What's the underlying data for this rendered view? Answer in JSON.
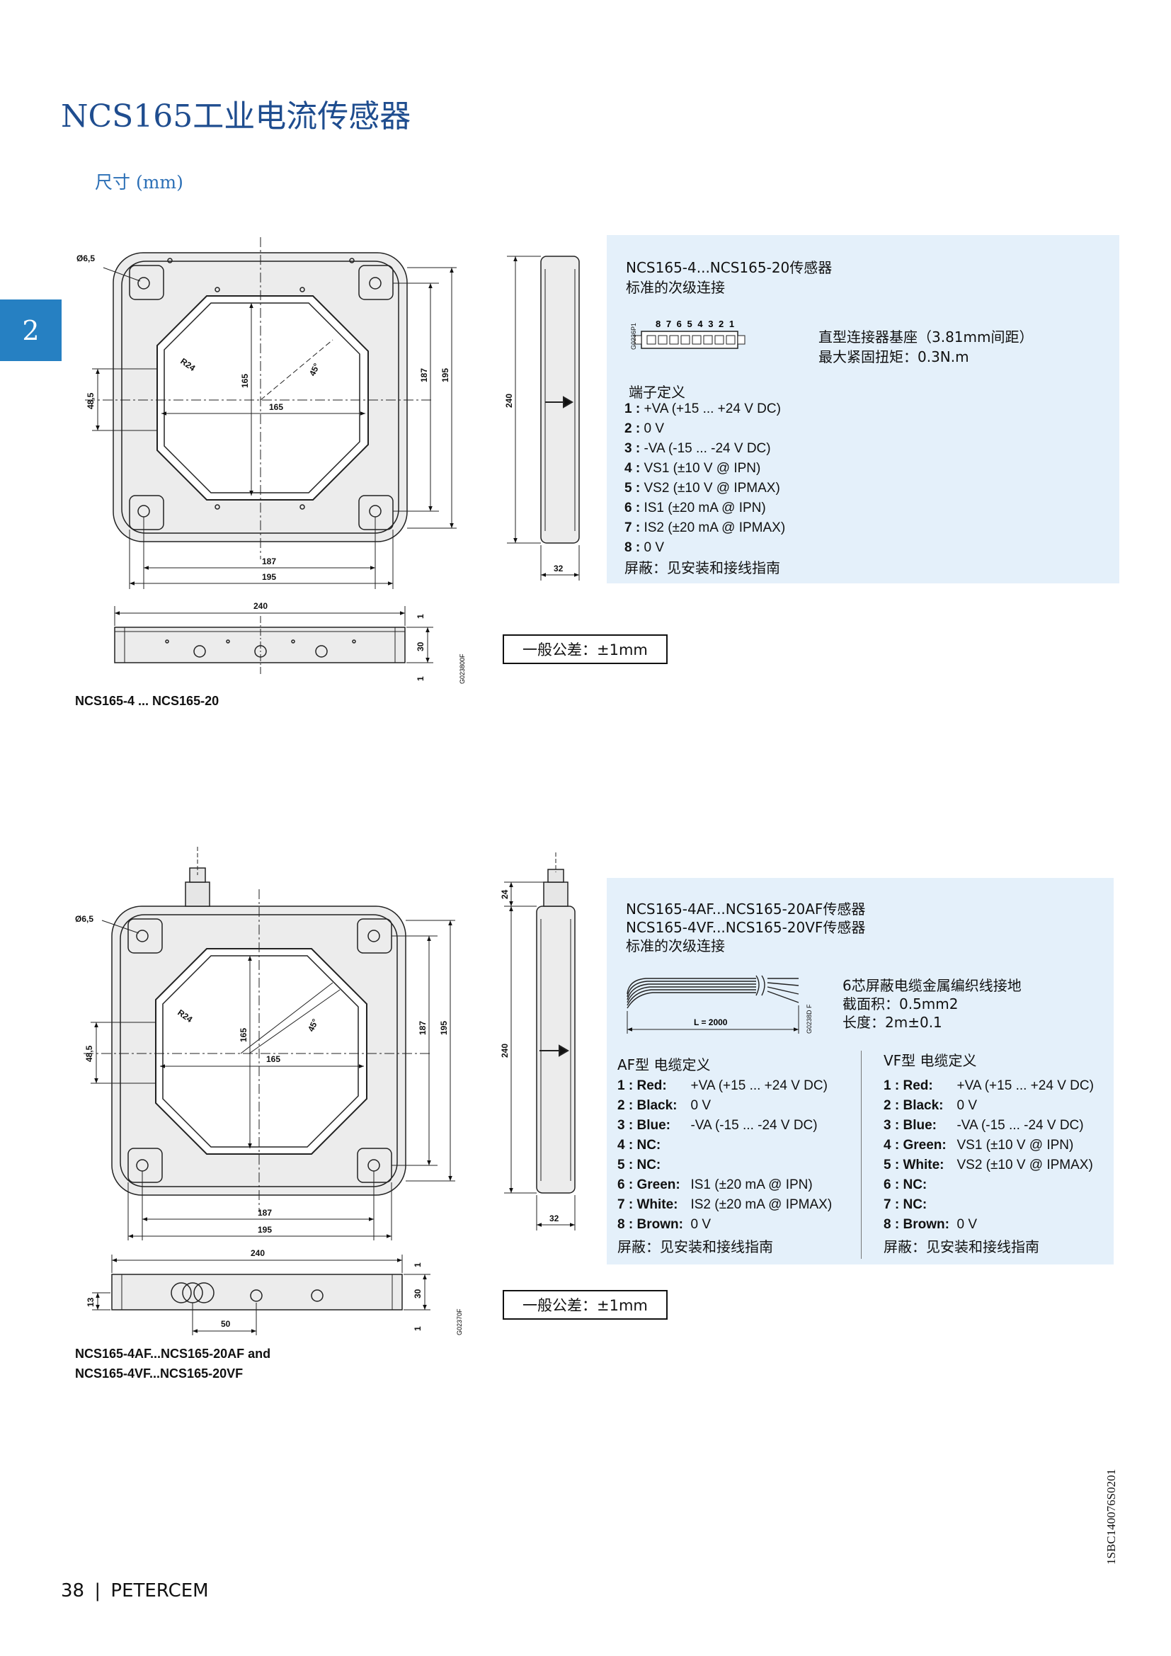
{
  "header": {
    "title": "NCS165工业电流传感器",
    "subtitle": "尺寸 (mm)",
    "chapter": "2"
  },
  "section1": {
    "caption": "NCS165-4 ... NCS165-20",
    "drawing_labels": {
      "hole": "Ø6,5",
      "radius": "R24",
      "angle": "45°",
      "inner": "165",
      "inner_v": "165",
      "dim187": "187",
      "dim195": "195",
      "dim48": "48,5",
      "dim240": "240",
      "dim32": "32",
      "dim30": "30",
      "dim1": "1",
      "dim1b": "1",
      "dim187v": "187",
      "dim195v": "195",
      "dim240w": "240",
      "drawing_id": "G023800F",
      "connector_pins": "8 7 6 5 4 3 2 1",
      "connector_id": "G0236P1"
    },
    "panel": {
      "heading": "NCS165-4...NCS165-20传感器",
      "heading2": "标准的次级连接",
      "connector_desc": "直型连接器基座（3.81mm间距）",
      "torque": "最大紧固扭矩：0.3N.m",
      "terminals_title": "端子定义",
      "terminals": [
        {
          "num": "1",
          "desc": "+VA (+15 ... +24 V DC)"
        },
        {
          "num": "2",
          "desc": "0 V"
        },
        {
          "num": "3",
          "desc": "-VA (-15 ... -24 V DC)"
        },
        {
          "num": "4",
          "desc": "VS1 (±10 V @ IPN)"
        },
        {
          "num": "5",
          "desc": "VS2 (±10 V @ IPMAX)"
        },
        {
          "num": "6",
          "desc": "IS1 (±20 mA @ IPN)"
        },
        {
          "num": "7",
          "desc": "IS2 (±20 mA @ IPMAX)"
        },
        {
          "num": "8",
          "desc": "0 V"
        }
      ],
      "shield": "屏蔽：见安装和接线指南"
    },
    "tolerance": "一般公差：±1mm"
  },
  "section2": {
    "caption_line1": "NCS165-4AF...NCS165-20AF and",
    "caption_line2": "NCS165-4VF...NCS165-20VF",
    "drawing_labels": {
      "hole": "Ø6,5",
      "radius": "R24",
      "angle": "45°",
      "inner": "165",
      "inner_v": "165",
      "dim187": "187",
      "dim195": "195",
      "dim48": "48,5",
      "dim240": "240",
      "dim32": "32",
      "dim24": "24",
      "dim30": "30",
      "dim13": "13",
      "dim50": "50",
      "dim1": "1",
      "dim1b": "1",
      "dim187v": "187",
      "dim195v": "195",
      "dim240w": "240",
      "drawing_id": "G02370F",
      "cable_len": "L = 2000",
      "cable_id": "G0238D F"
    },
    "panel": {
      "heading1": "NCS165-4AF...NCS165-20AF传感器",
      "heading2": "NCS165-4VF...NCS165-20VF传感器",
      "heading3": "标准的次级连接",
      "cable_desc": "6芯屏蔽电缆金属编织线接地",
      "section_area": "截面积：0.5mm2",
      "length": "长度：2m±0.1",
      "af_title": "AF型 电缆定义",
      "vf_title": "VF型 电缆定义",
      "af": [
        {
          "num": "1",
          "color": "Red:",
          "desc": "+VA (+15 ... +24 V DC)"
        },
        {
          "num": "2",
          "color": "Black:",
          "desc": "0 V"
        },
        {
          "num": "3",
          "color": "Blue:",
          "desc": "-VA (-15 ... -24 V DC)"
        },
        {
          "num": "4",
          "color": "NC:",
          "desc": ""
        },
        {
          "num": "5",
          "color": "NC:",
          "desc": ""
        },
        {
          "num": "6",
          "color": "Green:",
          "desc": "IS1 (±20 mA @ IPN)"
        },
        {
          "num": "7",
          "color": "White:",
          "desc": "IS2 (±20 mA @ IPMAX)"
        },
        {
          "num": "8",
          "color": "Brown:",
          "desc": "0 V"
        }
      ],
      "vf": [
        {
          "num": "1",
          "color": "Red:",
          "desc": "+VA (+15 ... +24 V DC)"
        },
        {
          "num": "2",
          "color": "Black:",
          "desc": "0 V"
        },
        {
          "num": "3",
          "color": "Blue:",
          "desc": "-VA (-15 ... -24 V DC)"
        },
        {
          "num": "4",
          "color": "Green:",
          "desc": "VS1 (±10 V @ IPN)"
        },
        {
          "num": "5",
          "color": "White:",
          "desc": "VS2 (±10 V @ IPMAX)"
        },
        {
          "num": "6",
          "color": "NC:",
          "desc": ""
        },
        {
          "num": "7",
          "color": "NC:",
          "desc": ""
        },
        {
          "num": "8",
          "color": "Brown:",
          "desc": "0 V"
        }
      ],
      "af_shield": "屏蔽：见安装和接线指南",
      "vf_shield": "屏蔽：见安装和接线指南"
    },
    "tolerance": "一般公差：±1mm"
  },
  "footer": {
    "page": "38",
    "separator": "|",
    "brand": "PETERCEM",
    "doc_number": "1SBC140076S0201"
  },
  "colors": {
    "title": "#1f4d8f",
    "accent": "#2680c2",
    "panel": "#e4f0fa"
  }
}
